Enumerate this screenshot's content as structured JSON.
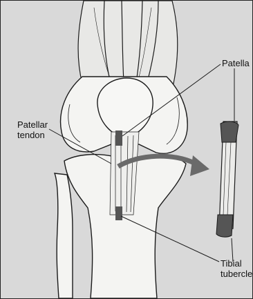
{
  "labels": {
    "patella": "Patella",
    "patellar_tendon": [
      "Patellar",
      "tendon"
    ],
    "tibial_tubercle": [
      "Tibial",
      "tubercle"
    ]
  },
  "colors": {
    "background": "#d9d9d9",
    "bone": "#f4f4f2",
    "ink": "#1a1a1a",
    "graft_plug": "#555555",
    "arrow": "#6a6a6a"
  }
}
